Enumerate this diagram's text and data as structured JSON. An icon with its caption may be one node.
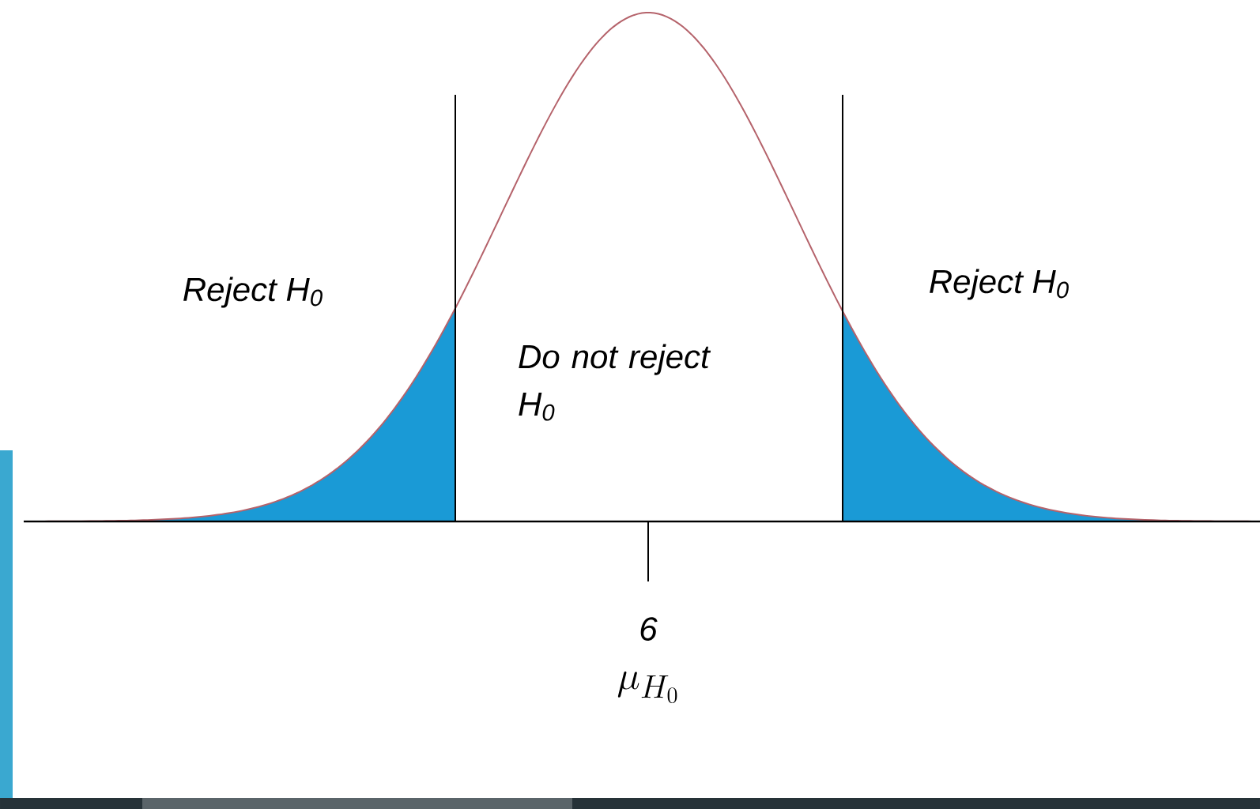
{
  "diagram": {
    "labels": [
      "Reject H$_{0}$",
      "Do not reject H$_{0}$",
      "Reject H$_{0}$",
      "6",
      "\\mu_{H_0}"
    ]
  }
}
